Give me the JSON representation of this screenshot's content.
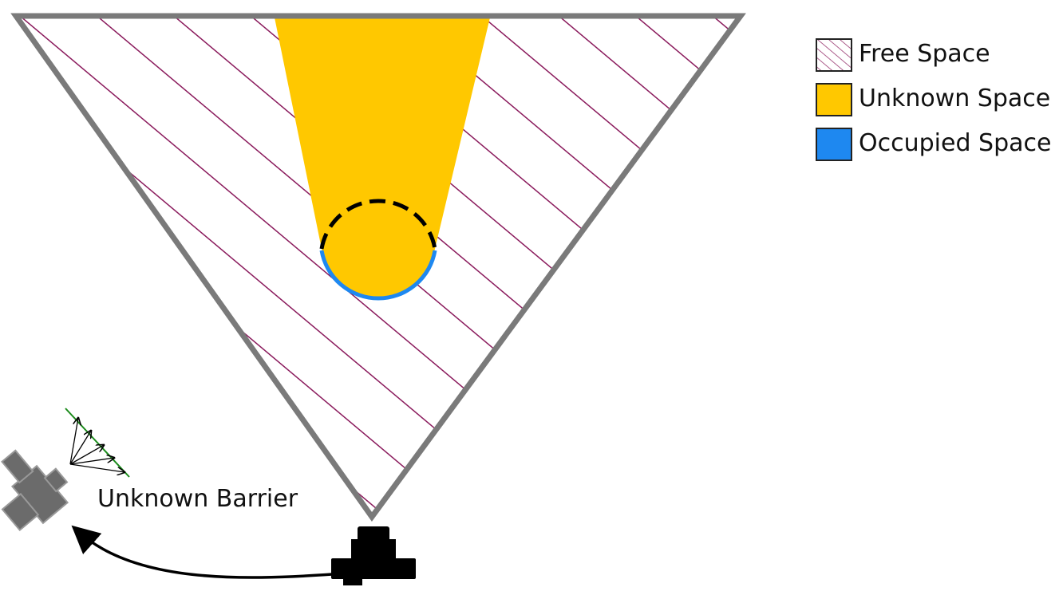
{
  "colors": {
    "frame": "#7a7a7a",
    "free_hatch": "#8a1a5c",
    "unknown": "#ffc800",
    "occupied": "#1e88f0",
    "boundary_dashed": "#000000",
    "sensor": "#000000",
    "barrier": "#6b6b6b",
    "rays": "#000000",
    "barrier_surface": "#1a8a1a"
  },
  "legend": {
    "items": [
      {
        "label": "Free Space",
        "swatch": "hatched",
        "color": "#8a1a5c"
      },
      {
        "label": "Unknown Space",
        "swatch": "solid",
        "color": "#ffc800"
      },
      {
        "label": "Occupied Space",
        "swatch": "solid",
        "color": "#1e88f0"
      }
    ]
  },
  "annotations": {
    "barrier_label": "Unknown Barrier"
  },
  "icons": {
    "sensor": "camera-sensor-icon",
    "barrier_object": "barrier-object-icon",
    "arrow": "curved-arrow-icon"
  }
}
